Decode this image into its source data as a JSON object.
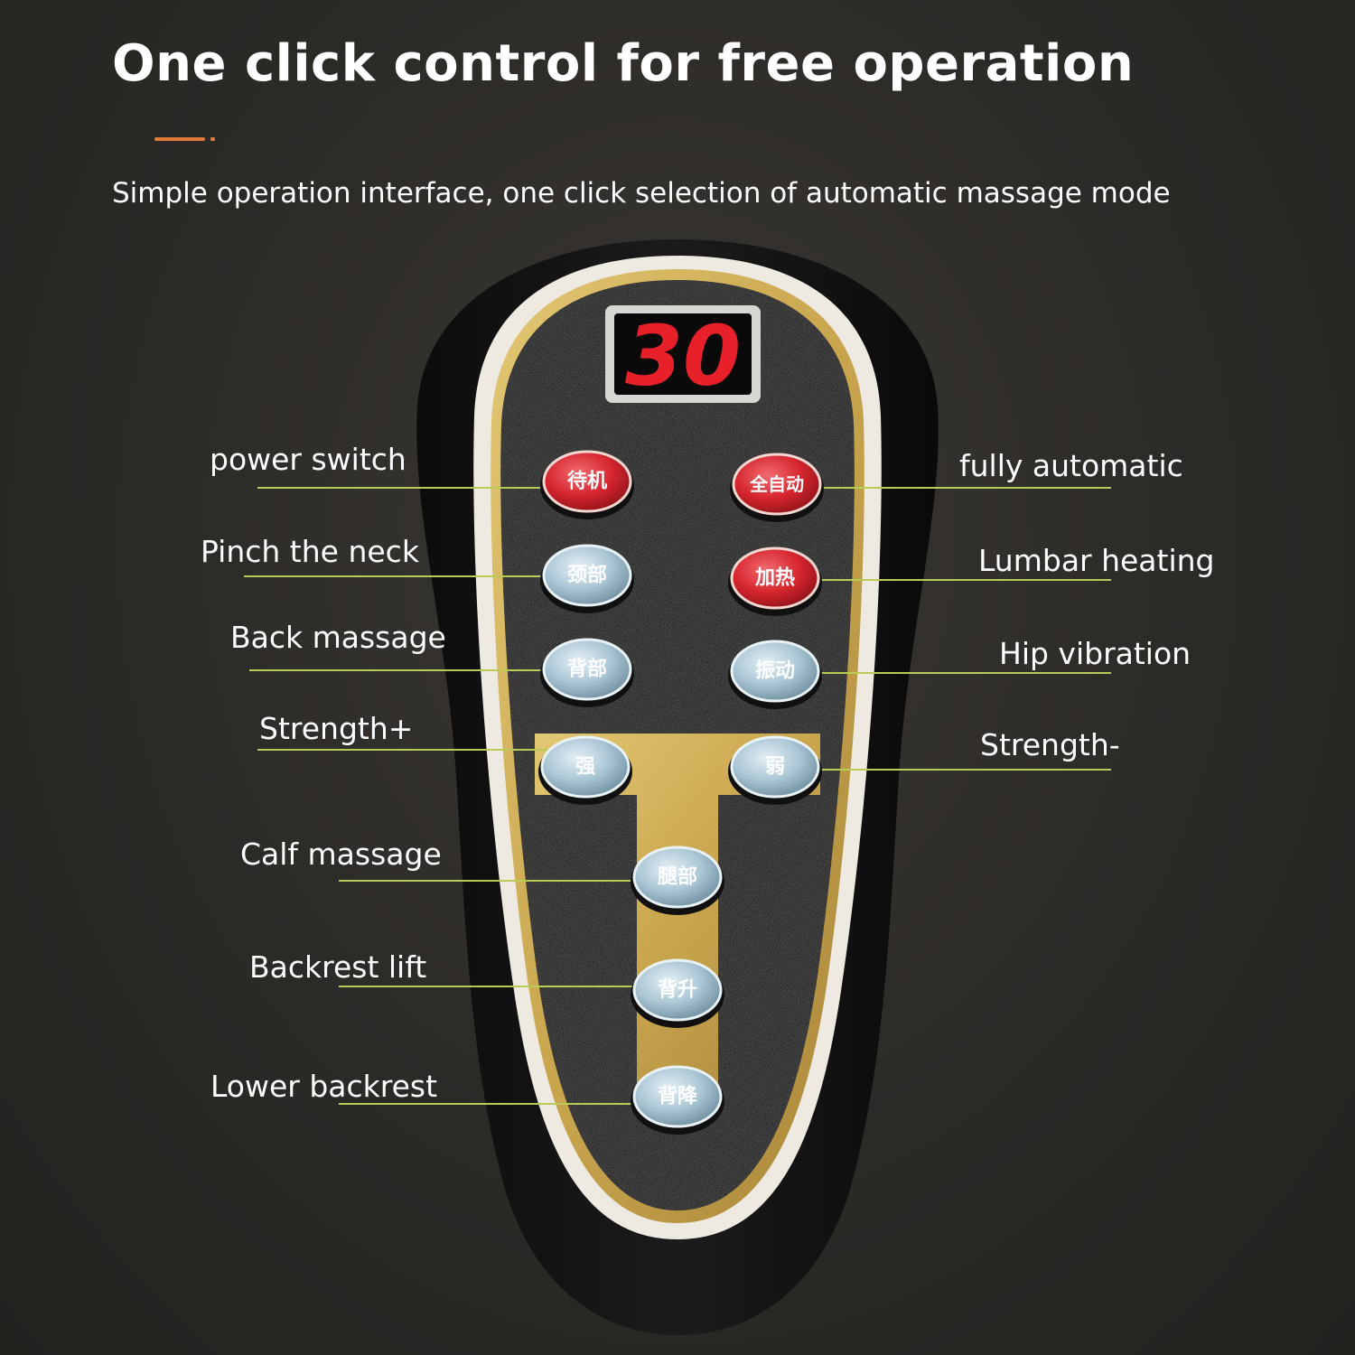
{
  "header": {
    "title": "One click control for free operation",
    "subtitle": "Simple operation interface, one click selection of automatic massage mode"
  },
  "display": {
    "value": "30"
  },
  "colors": {
    "accent": "#e07b39",
    "callout_line": "#b8cc55",
    "display_digit": "#e8202a",
    "gold_trim": "#c9a64e",
    "red_button": "#d7262f",
    "blue_button": "#a9c5d4"
  },
  "buttons": {
    "standby": "待机",
    "auto": "全自动",
    "neck": "颈部",
    "heat": "加热",
    "back": "背部",
    "vibrate": "振动",
    "strong": "强",
    "weak": "弱",
    "leg": "腿部",
    "back_up": "背升",
    "back_down": "背降"
  },
  "callouts": {
    "power_switch": "power switch",
    "pinch_neck": "Pinch the neck",
    "back_massage": "Back massage",
    "strength_plus": "Strength+",
    "calf_massage": "Calf massage",
    "backrest_lift": "Backrest lift",
    "lower_backrest": "Lower backrest",
    "fully_automatic": "fully automatic",
    "lumbar_heating": "Lumbar heating",
    "hip_vibration": "Hip vibration",
    "strength_minus": "Strength-"
  }
}
